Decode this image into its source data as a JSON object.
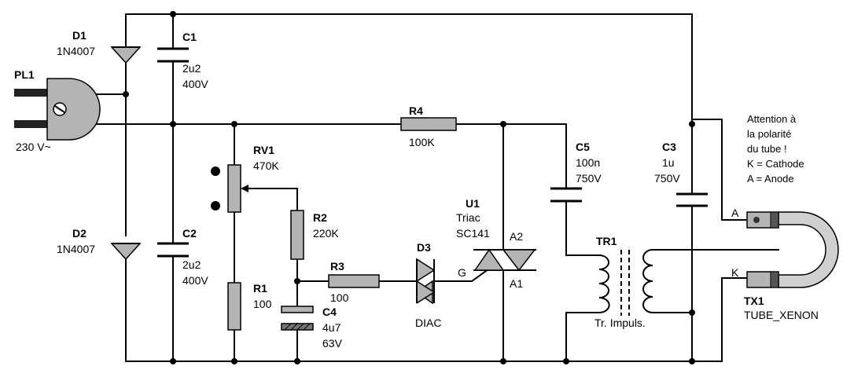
{
  "components": {
    "pl1": {
      "ref": "PL1",
      "value": "230 V~"
    },
    "d1": {
      "ref": "D1",
      "value": "1N4007"
    },
    "d2": {
      "ref": "D2",
      "value": "1N4007"
    },
    "c1": {
      "ref": "C1",
      "value": "2u2",
      "voltage": "400V"
    },
    "c2": {
      "ref": "C2",
      "value": "2u2",
      "voltage": "400V"
    },
    "rv1": {
      "ref": "RV1",
      "value": "470K"
    },
    "r1": {
      "ref": "R1",
      "value": "100"
    },
    "r2": {
      "ref": "R2",
      "value": "220K"
    },
    "r3": {
      "ref": "R3",
      "value": "100"
    },
    "r4": {
      "ref": "R4",
      "value": "100K"
    },
    "c4": {
      "ref": "C4",
      "value": "4u7",
      "voltage": "63V"
    },
    "d3": {
      "ref": "D3",
      "value": "DIAC"
    },
    "u1": {
      "ref": "U1",
      "type": "Triac",
      "value": "SC141",
      "pin_a2": "A2",
      "pin_a1": "A1",
      "pin_g": "G"
    },
    "c5": {
      "ref": "C5",
      "value": "100n",
      "voltage": "750V"
    },
    "c3": {
      "ref": "C3",
      "value": "1u",
      "voltage": "750V"
    },
    "tr1": {
      "ref": "TR1",
      "value": "Tr. Impuls."
    },
    "tx1": {
      "ref": "TX1",
      "value": "TUBE_XENON",
      "pin_a": "A",
      "pin_k": "K"
    }
  },
  "note": [
    "Attention à",
    "la polarité",
    "du tube !",
    "K = Cathode",
    "A = Anode"
  ],
  "colors": {
    "wire": "#000000",
    "body": "#b4b4b4",
    "background": "#ffffff"
  }
}
